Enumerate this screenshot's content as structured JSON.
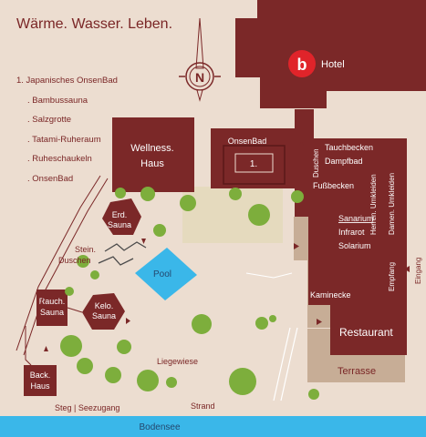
{
  "title": "Wärme. Wasser. Leben.",
  "compass_letter": "N",
  "legend": [
    "1. Japanisches OnsenBad",
    ". Bambussauna",
    ". Salzgrotte",
    ". Tatami-Ruheraum",
    ". Ruheschaukeln",
    ". OnsenBad"
  ],
  "hotel": {
    "logo_letter": "b",
    "label": "Hotel"
  },
  "wellness_haus": {
    "line1": "Wellness.",
    "line2": "Haus"
  },
  "onsenbad": {
    "label": "OnsenBad",
    "number": "1."
  },
  "east_building": {
    "duschen": "Duschen",
    "tauchbecken": "Tauchbecken",
    "dampfbad": "Dampfbad",
    "fussbecken": "Fußbecken",
    "herren": "Herren. Umkleiden",
    "damen": "Damen. Umkleiden",
    "sanarium": "Sanarium",
    "infrarot": "Infrarot",
    "solarium": "Solarium",
    "empfang": "Empfang",
    "kaminecke": "Kaminecke"
  },
  "eingang": "Eingang",
  "restaurant": "Restaurant",
  "terrasse": "Terrasse",
  "erd_sauna": {
    "line1": "Erd.",
    "line2": "Sauna"
  },
  "stein_duschen": {
    "line1": "Stein.",
    "line2": "Duschen"
  },
  "pool": "Pool",
  "rauch_sauna": {
    "line1": "Rauch.",
    "line2": "Sauna"
  },
  "kelo_sauna": {
    "line1": "Kelo.",
    "line2": "Sauna"
  },
  "back_haus": {
    "line1": "Back.",
    "line2": "Haus"
  },
  "liegewiese": "Liegewiese",
  "strand": "Strand",
  "steg": "Steg | Seezugang",
  "bodensee": "Bodensee",
  "colors": {
    "background": "#ecddd0",
    "building": "#7b2828",
    "terrace": "#c7ad96",
    "tree": "#7dae3c",
    "pool": "#3ab7e9",
    "lake": "#3ab7e9",
    "logo": "#e0242a"
  }
}
